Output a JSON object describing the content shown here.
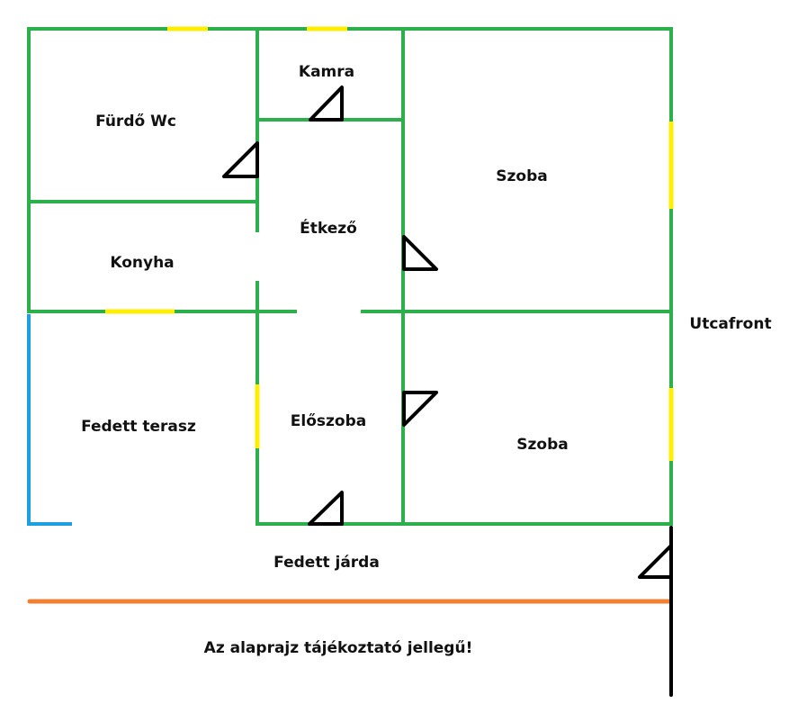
{
  "plan": {
    "rooms": [
      {
        "id": "furdo-wc",
        "label": "Fürdő Wc"
      },
      {
        "id": "kamra",
        "label": "Kamra"
      },
      {
        "id": "etkezo",
        "label": "Étkező"
      },
      {
        "id": "konyha",
        "label": "Konyha"
      },
      {
        "id": "szoba-1",
        "label": "Szoba"
      },
      {
        "id": "fedett-terasz",
        "label": "Fedett terasz"
      },
      {
        "id": "eloszoba",
        "label": "Előszoba"
      },
      {
        "id": "szoba-2",
        "label": "Szoba"
      }
    ],
    "outside": {
      "street_front": "Utcafront",
      "covered_walkway": "Fedett járda"
    },
    "note": "Az alaprajz tájékoztató jellegű!",
    "legend_colors": {
      "wall": "#2db04b",
      "window": "#ffee00",
      "terrace_edge": "#1ea0e0",
      "property_line": "#f08030",
      "door": "#000000"
    }
  }
}
